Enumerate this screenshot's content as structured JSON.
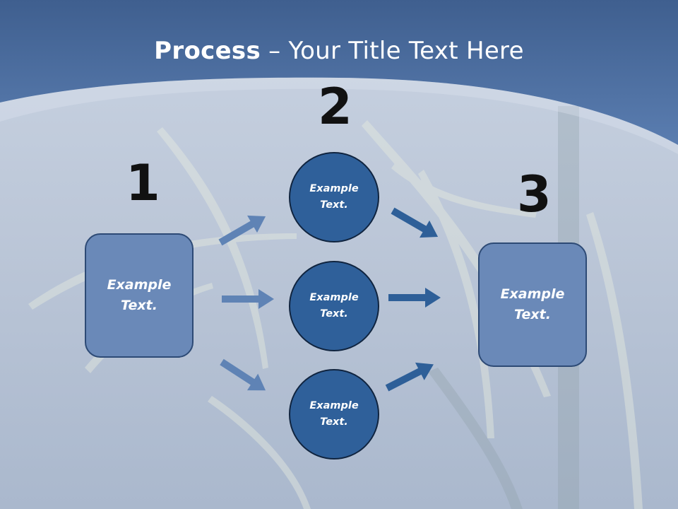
{
  "title": {
    "bold": "Process",
    "rest": " – Your Title Text Here"
  },
  "steps": [
    {
      "number": "1"
    },
    {
      "number": "2"
    },
    {
      "number": "3"
    }
  ],
  "left_box": {
    "text": "Example\nText."
  },
  "right_box": {
    "text": "Example\nText."
  },
  "circles": [
    {
      "text": "Example\nText."
    },
    {
      "text": "Example\nText."
    },
    {
      "text": "Example\nText."
    }
  ],
  "colors": {
    "header": "#4d6e9e",
    "box_fill": "#6a89b8",
    "circle_fill": "#2f609a",
    "arrow_left": "#5f83b5",
    "arrow_right": "#2e5f98"
  }
}
